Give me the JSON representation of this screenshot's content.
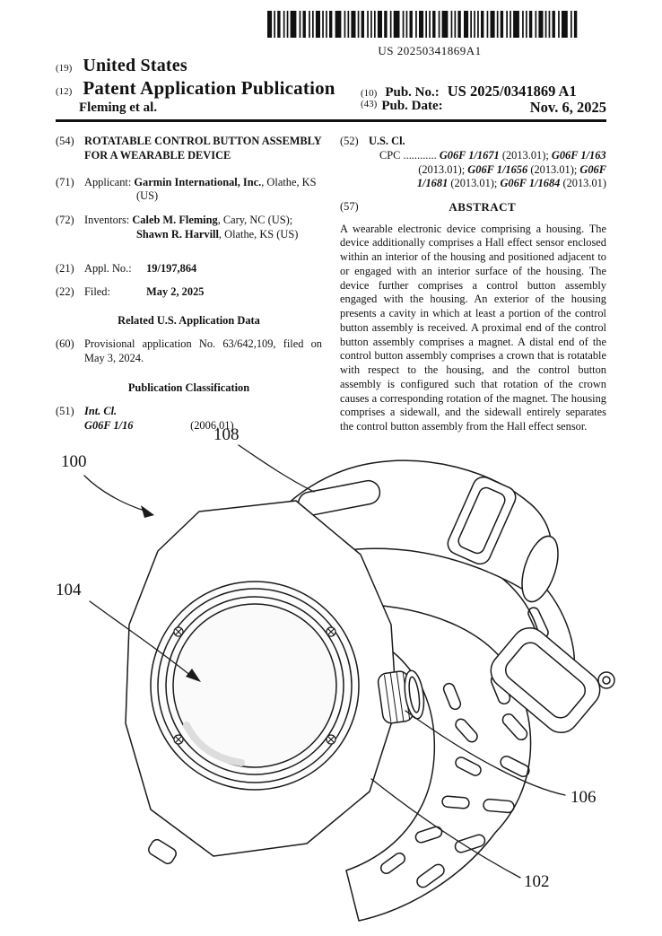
{
  "header": {
    "barcode_text": "US 20250341869A1",
    "country_num": "(19)",
    "country": "United States",
    "type_num": "(12)",
    "type": "Patent Application Publication",
    "authors": "Fleming et al.",
    "pubno_num": "(10)",
    "pubno_label": "Pub. No.:",
    "pubno_value": "US 2025/0341869 A1",
    "pubdate_num": "(43)",
    "pubdate_label": "Pub. Date:",
    "pubdate_value": "Nov. 6, 2025"
  },
  "left": {
    "title_num": "(54)",
    "title": "ROTATABLE CONTROL BUTTON ASSEMBLY FOR A WEARABLE DEVICE",
    "applicant_num": "(71)",
    "applicant_label": "Applicant:",
    "applicant_name": "Garmin International, Inc.",
    "applicant_rest": ", Olathe, KS (US)",
    "inventors_num": "(72)",
    "inventors_label": "Inventors:",
    "inventor1_name": "Caleb M. Fleming",
    "inventor1_rest": ", Cary, NC (US);",
    "inventor2_name": "Shawn R. Harvill",
    "inventor2_rest": ", Olathe, KS (US)",
    "applno_num": "(21)",
    "applno_label": "Appl. No.:",
    "applno_value": "19/197,864",
    "filed_num": "(22)",
    "filed_label": "Filed:",
    "filed_value": "May 2, 2025",
    "related_heading": "Related U.S. Application Data",
    "related_num": "(60)",
    "related_text": "Provisional application No. 63/642,109, filed on May 3, 2024.",
    "pubclass_heading": "Publication Classification",
    "intcl_num": "(51)",
    "intcl_label": "Int. Cl.",
    "intcl_code": "G06F 1/16",
    "intcl_date": "(2006.01)"
  },
  "right": {
    "uscl_num": "(52)",
    "uscl_label": "U.S. Cl.",
    "cpc": {
      "l1a": "CPC ............",
      "l1b": "G06F 1/1671",
      "l1c": "(2013.01);",
      "l1d": "G06F 1/163",
      "l2a": "(2013.01);",
      "l2b": "G06F 1/1656",
      "l2c": "(2013.01);",
      "l2d": "G06F",
      "l3a": "1/1681",
      "l3b": "(2013.01);",
      "l3c": "G06F 1/1684",
      "l3d": "(2013.01)"
    },
    "abstract_num": "(57)",
    "abstract_heading": "ABSTRACT",
    "abstract_text": "A wearable electronic device comprising a housing. The device additionally comprises a Hall effect sensor enclosed within an interior of the housing and positioned adjacent to or engaged with an interior surface of the housing. The device further comprises a control button assembly engaged with the housing. An exterior of the housing presents a cavity in which at least a portion of the control button assembly is received. A proximal end of the control button assembly comprises a magnet. A distal end of the control button assembly comprises a crown that is rotatable with respect to the housing, and the control button assembly is configured such that rotation of the crown causes a corresponding rotation of the magnet. The housing comprises a sidewall, and the sidewall entirely separates the control button assembly from the Hall effect sensor."
  },
  "figure": {
    "label_100": "100",
    "label_102": "102",
    "label_104": "104",
    "label_106": "106",
    "label_108": "108"
  }
}
